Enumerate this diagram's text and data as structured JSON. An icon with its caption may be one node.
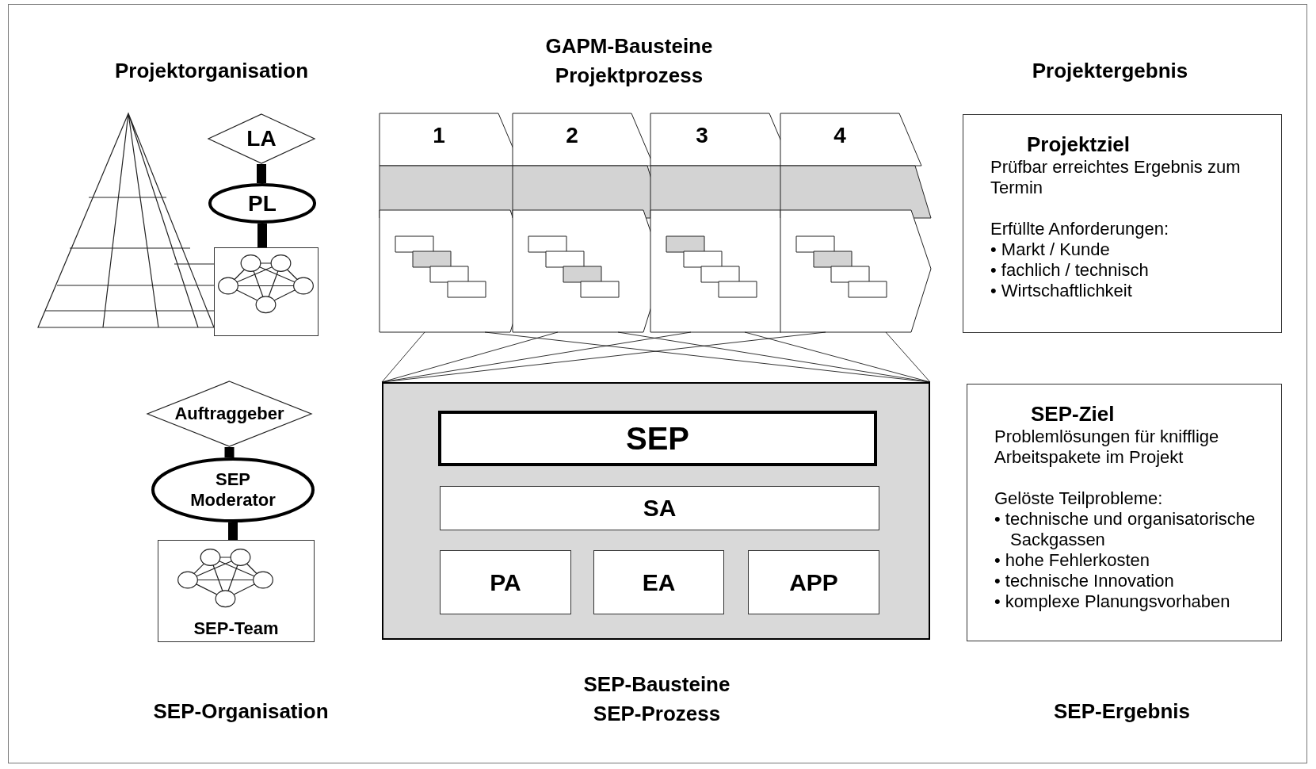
{
  "diagram": {
    "nodes": [
      {
        "text": [
          "LA"
        ]
      },
      {
        "text": [
          "PL"
        ]
      },
      {
        "text": [],
        "shape": "box"
      },
      {
        "text": [
          "Auftraggeber"
        ]
      },
      {
        "text": [
          "SEP Moderator"
        ]
      },
      {
        "text": [
          "SEP-Team"
        ]
      },
      {
        "text": [
          "1"
        ]
      },
      {
        "text": [
          "2"
        ]
      },
      {
        "text": [
          "3"
        ]
      },
      {
        "text": [
          "4"
        ]
      },
      {
        "text": [],
        "shape": "box"
      },
      {
        "text": [
          "SEP"
        ],
        "in": 10
      },
      {
        "text": [
          "SA"
        ],
        "in": 10
      },
      {
        "text": [
          "PA"
        ],
        "in": 10
      },
      {
        "text": [
          "EA"
        ],
        "in": 10
      },
      {
        "text": [
          "APP"
        ],
        "in": 10
      },
      {
        "text": [
          "Projektziel",
          "Prüfbar erreichtes Ergebnis zum Termin",
          "Erfüllte Anforderungen:",
          "• Markt / Kunde",
          "• fachlich / technisch",
          "• Wirtschaftlichkeit"
        ]
      },
      {
        "text": [
          "SEP-Ziel",
          "Problemlösungen für knifflige Arbeitspakete im Projekt",
          "Gelöste Teilprobleme:",
          "• technische und organisatorische Sackgassen",
          "• hohe Fehlerkosten",
          "• technische Innovation",
          "• komplexe Planungsvorhaben"
        ]
      }
    ],
    "edges": [
      {
        "from": 0,
        "to": 1,
        "arrow": "none",
        "style": "thick"
      },
      {
        "from": 1,
        "to": 2,
        "arrow": "none",
        "style": "thick"
      },
      {
        "from": 3,
        "to": 4,
        "arrow": "none",
        "style": "thick"
      },
      {
        "from": 4,
        "to": 5,
        "arrow": "none",
        "style": "thick"
      },
      {
        "from": 6,
        "to": 10,
        "arrow": "none"
      },
      {
        "from": 6,
        "to": 10,
        "arrow": "none"
      },
      {
        "from": 7,
        "to": 10,
        "arrow": "none"
      },
      {
        "from": 7,
        "to": 10,
        "arrow": "none"
      },
      {
        "from": 8,
        "to": 10,
        "arrow": "none"
      },
      {
        "from": 8,
        "to": 10,
        "arrow": "none"
      },
      {
        "from": 9,
        "to": 10,
        "arrow": "none"
      },
      {
        "from": 9,
        "to": 10,
        "arrow": "none"
      }
    ],
    "labels": [
      "GAPM-Bausteine Projektprozess",
      "Projektorganisation",
      "Projektergebnis",
      "SEP-Bausteine SEP-Prozess",
      "SEP-Organisation",
      "SEP-Ergebnis"
    ]
  }
}
